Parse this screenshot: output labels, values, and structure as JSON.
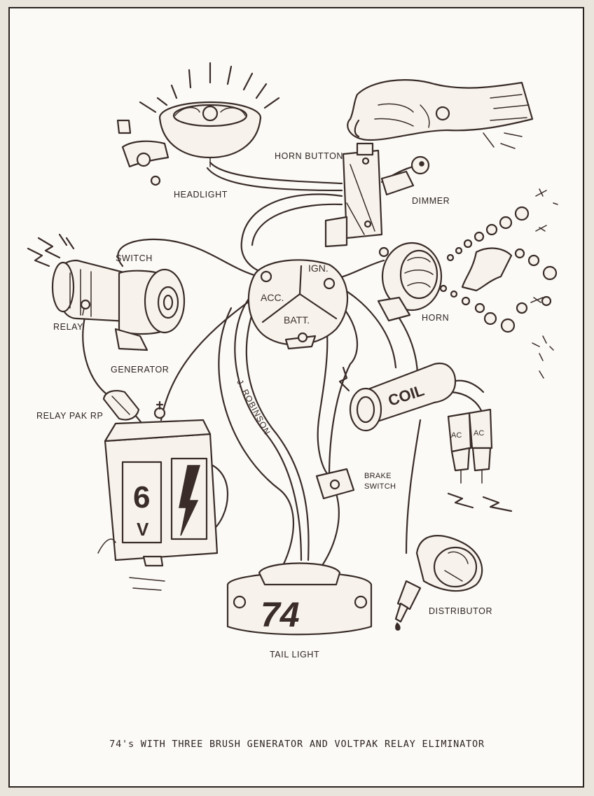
{
  "labels": {
    "horn_button": "HORN BUTTON",
    "headlight": "HEADLIGHT",
    "dimmer": "DIMMER",
    "switch": "SWITCH",
    "relay": "RELAY",
    "generator": "GENERATOR",
    "ign": "IGN.",
    "acc": "ACC.",
    "batt": "BATT.",
    "horn": "HORN",
    "relay_pak": "RELAY PAK RP",
    "coil": "COIL",
    "ac": "AC",
    "battery_number": "6",
    "battery_v": "V",
    "brake_switch": "BRAKE SWITCH",
    "wire_lettering": "J. ROBINSON",
    "tail_light_number": "74",
    "distributor": "DISTRIBUTOR",
    "tail_light": "TAIL LIGHT"
  },
  "caption": "74's WITH THREE BRUSH GENERATOR AND VOLTPAK RELAY ELIMINATOR",
  "colors": {
    "ink": "#3a2c28",
    "paper": "#fbfaf6",
    "border": "#e9e4dc"
  }
}
